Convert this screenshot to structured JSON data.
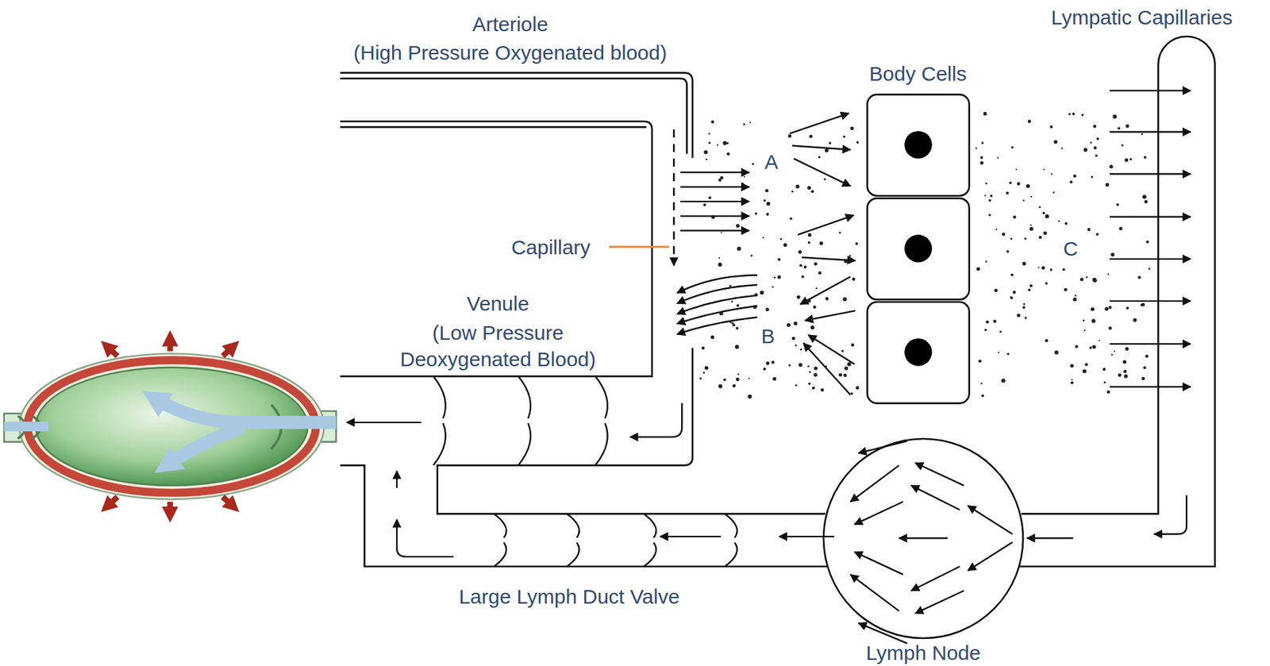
{
  "diagram": {
    "nodes": [
      {
        "text": [
          "Body Cells"
        ]
      },
      {
        "text": [
          "Lymph Node"
        ]
      }
    ],
    "labels": [
      "Arteriole",
      "(High Pressure Oxygenated blood)",
      "Lympatic Capillaries",
      "A",
      "Capillary",
      "Venule",
      "(Low Pressure Deoxygenated Blood)",
      "B",
      "C",
      "Large Lymph Duct Valve"
    ]
  }
}
